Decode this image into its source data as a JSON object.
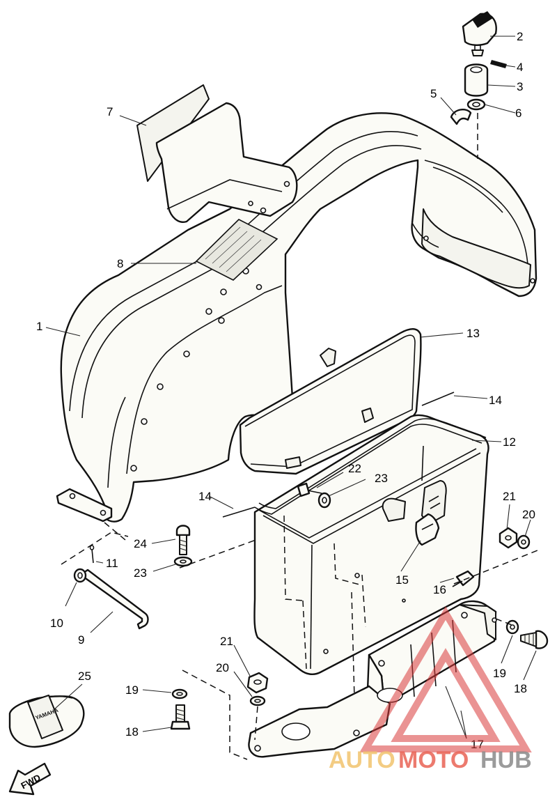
{
  "callouts": {
    "c1": "1",
    "c2": "2",
    "c3": "3",
    "c4": "4",
    "c5": "5",
    "c6": "6",
    "c7": "7",
    "c8": "8",
    "c9": "9",
    "c10": "10",
    "c11": "11",
    "c12": "12",
    "c13": "13",
    "c14a": "14",
    "c14b": "14",
    "c15": "15",
    "c16": "16",
    "c17": "17",
    "c18a": "18",
    "c18b": "18",
    "c19a": "19",
    "c19b": "19",
    "c20a": "20",
    "c20b": "20",
    "c21a": "21",
    "c21b": "21",
    "c22": "22",
    "c23a": "23",
    "c23b": "23",
    "c24": "24",
    "c25": "25"
  },
  "direction_arrow": "FWD",
  "watermark": {
    "part1": "AUTO",
    "part2": "MOTO",
    "part3": "HUB"
  },
  "colors": {
    "line": "#111111",
    "watermark_red": "#d83a3a",
    "watermark_yellow": "#f2c46e",
    "watermark_gray": "#8a8a8a"
  }
}
